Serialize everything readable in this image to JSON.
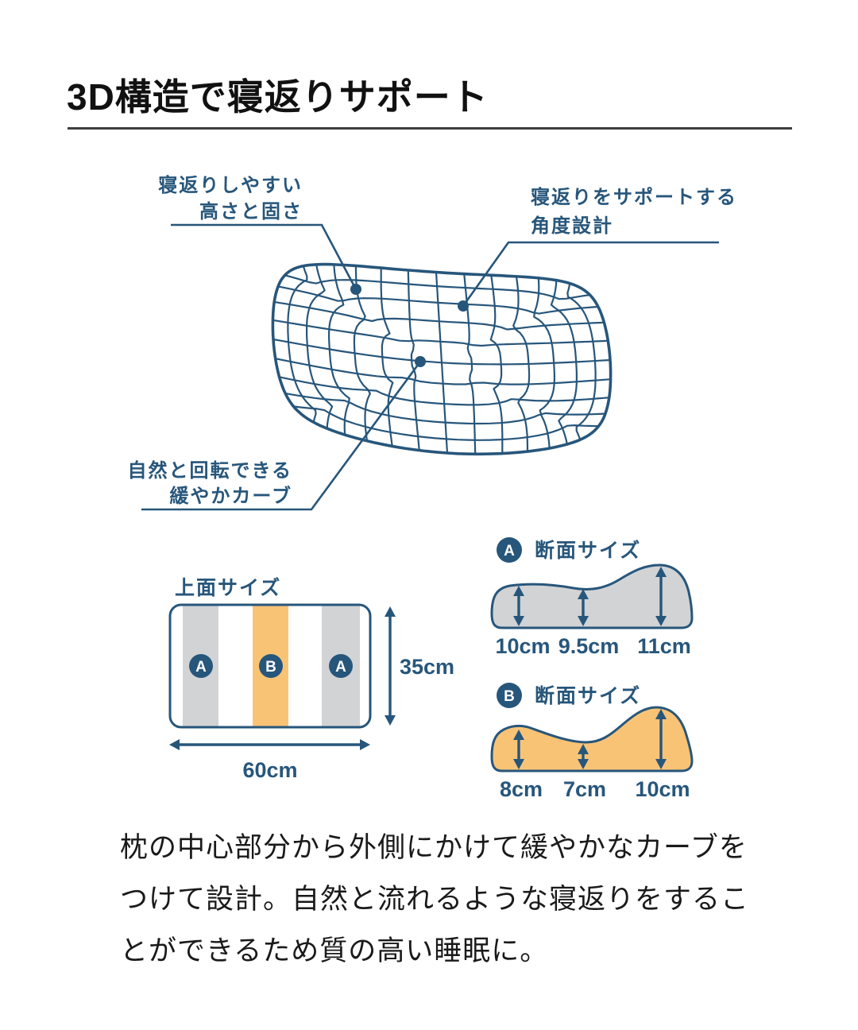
{
  "title": "3D構造で寝返りサポート",
  "callouts": [
    {
      "lines": [
        "寝返りしやすい",
        "高さと固さ"
      ]
    },
    {
      "lines": [
        "寝返りをサポートする",
        "角度設計"
      ]
    },
    {
      "lines": [
        "自然と回転できる",
        "緩やかカーブ"
      ]
    }
  ],
  "top_view": {
    "label": "上面サイズ",
    "zones": [
      "A",
      "B",
      "A"
    ],
    "height_label": "35cm",
    "width_label": "60cm"
  },
  "cross_sections": [
    {
      "badge": "A",
      "label": "断面サイズ",
      "measurements": [
        "10cm",
        "9.5cm",
        "11cm"
      ]
    },
    {
      "badge": "B",
      "label": "断面サイズ",
      "measurements": [
        "8cm",
        "7cm",
        "10cm"
      ]
    }
  ],
  "description_lines": [
    "枕の中心部分から外側にかけて緩やかなカーブを",
    "つけて設計。自然と流れるような寝返りをするこ",
    "とができるため質の高い睡眠に。"
  ],
  "colors": {
    "accent_blue": "#27567b",
    "zone_gray": "#d2d3d5",
    "zone_orange": "#f9c376",
    "text_black": "#1a1a1a"
  },
  "pillow": {
    "mesh_cols": 14,
    "mesh_rows": 10
  }
}
